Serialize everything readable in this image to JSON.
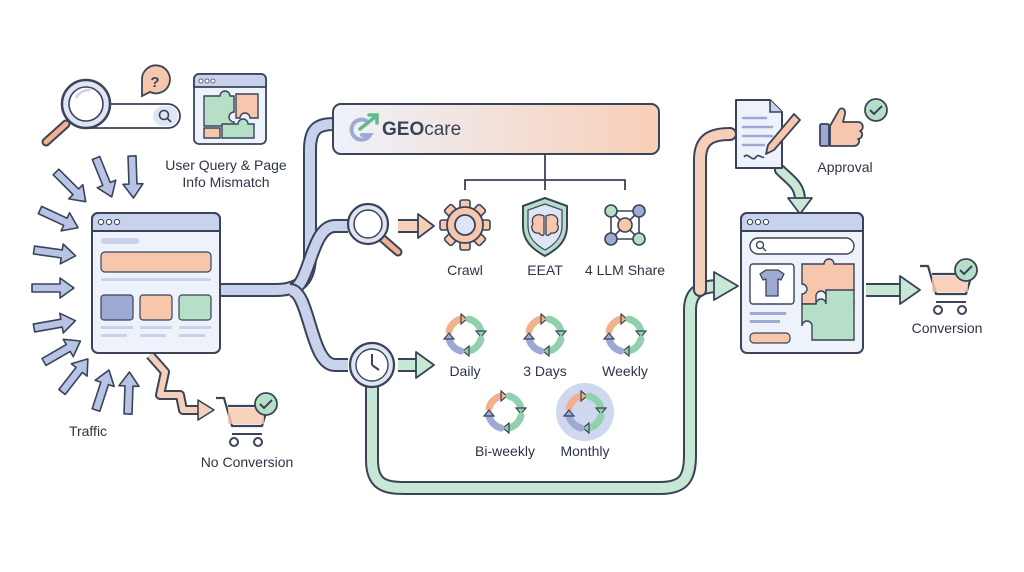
{
  "brand": {
    "name_bold": "GEO",
    "name_light": "care"
  },
  "labels": {
    "mismatch_line1": "User Query & Page",
    "mismatch_line2": "Info Mismatch",
    "traffic": "Traffic",
    "no_conversion": "No Conversion",
    "approval": "Approval",
    "conversion": "Conversion"
  },
  "checks": [
    {
      "id": "crawl",
      "label": "Crawl",
      "icon": "gear-icon"
    },
    {
      "id": "eeat",
      "label": "EEAT",
      "icon": "brain-shield-icon"
    },
    {
      "id": "llm",
      "label": "4 LLM Share",
      "icon": "network-icon"
    }
  ],
  "frequencies": [
    {
      "id": "daily",
      "label": "Daily"
    },
    {
      "id": "3days",
      "label": "3 Days"
    },
    {
      "id": "weekly",
      "label": "Weekly"
    },
    {
      "id": "biweekly",
      "label": "Bi-weekly"
    },
    {
      "id": "monthly",
      "label": "Monthly",
      "highlighted": true
    }
  ],
  "colors": {
    "ink": "#3a4358",
    "blue": "#9daad3",
    "blue_light": "#c9d2ec",
    "peach": "#f6c7ad",
    "green": "#b6dfc7",
    "green_dark": "#5fb98a",
    "pale": "#eef2fb"
  }
}
